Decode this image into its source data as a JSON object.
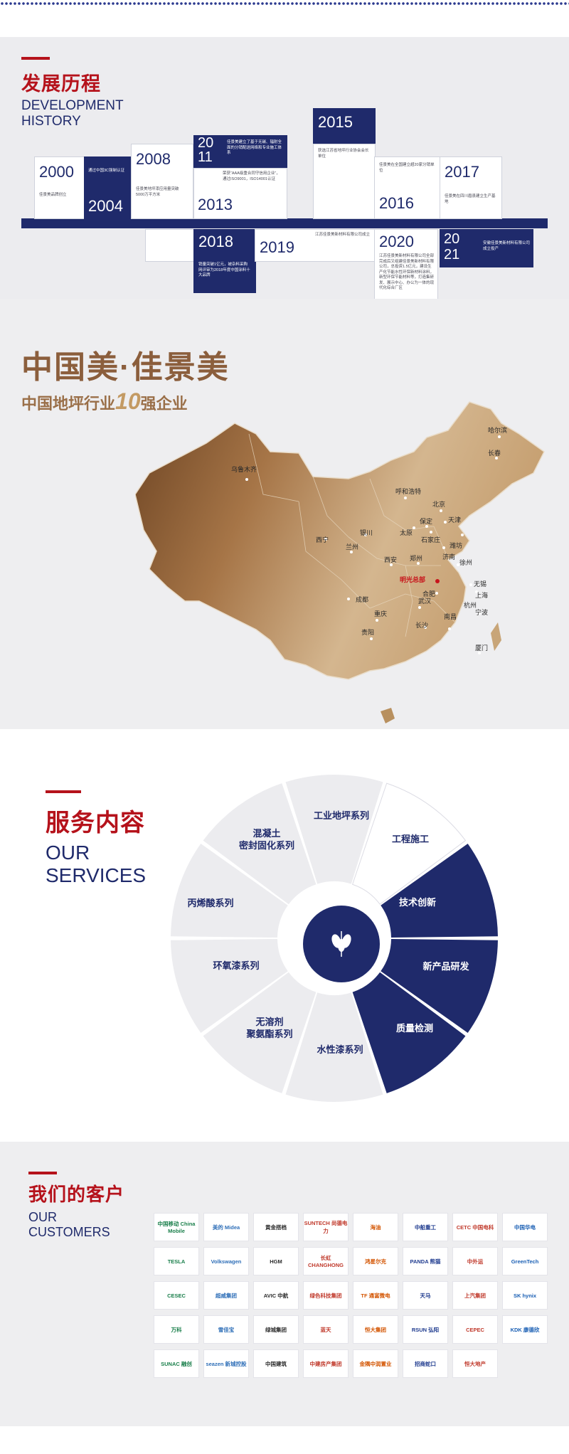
{
  "history": {
    "title_cn": "发展历程",
    "title_en_1": "DEVELOPMENT",
    "title_en_2": "HISTORY",
    "milestones": [
      {
        "year": "2000",
        "desc": "佳景美品牌创立"
      },
      {
        "year": "2004",
        "desc": "通过中国3C强制认证"
      },
      {
        "year": "2008",
        "desc": "佳景美地坪漆应用量突破5000万平方米"
      },
      {
        "year": "2011",
        "desc": "佳景美建立了基于无碳、辐射全面的分销配送网络和专业施工体系"
      },
      {
        "year": "2013",
        "desc": "荣获“AAA级重合同守信用企业”，通过ISO9001，ISO14001认证"
      },
      {
        "year": "2015",
        "desc": "获选江苏省地坪行业协会会长单位"
      },
      {
        "year": "2016",
        "desc": "佳景美在全国建立超20家分销单位"
      },
      {
        "year": "2017",
        "desc": "佳景美在四川眉县建立生产基地"
      },
      {
        "year": "2018",
        "desc": "销量突破1亿元，被杂料采购网评审为2018年度中国涂料十大品牌"
      },
      {
        "year": "2019",
        "desc": "江苏佳景美新材料有限公司成立"
      },
      {
        "year": "2020",
        "desc": "江苏佳景美新材料有限公司全部完成后又组建佳景美新材料有限公司，总投资1.5亿元，建设生产化节能水性环保新材料涂料，新型环保节能材料等，打造集研发、展示中心、办公为一体的现代化综合厂区"
      },
      {
        "year": "2021",
        "desc": "安徽佳景美新材料有限公司成立投产"
      }
    ]
  },
  "map": {
    "headline": "中国美·佳景美",
    "subhead_pre": "中国地坪行业",
    "subhead_num": "10",
    "subhead_post": "强企业",
    "hq_label": "明光总部",
    "cities": [
      "哈尔滨",
      "长春",
      "乌鲁木齐",
      "呼和浩特",
      "北京",
      "天津",
      "保定",
      "太原",
      "石家庄",
      "潍坊",
      "银川",
      "西宁",
      "兰州",
      "济南",
      "西安",
      "郑州",
      "徐州",
      "合肥",
      "无锡",
      "上海",
      "成都",
      "武汉",
      "杭州",
      "宁波",
      "重庆",
      "长沙",
      "南昌",
      "贵阳",
      "厦门"
    ]
  },
  "services": {
    "title_cn": "服务内容",
    "title_en_1": "OUR",
    "title_en_2": "SERVICES",
    "segments_gray": [
      "工业地坪系列",
      "工程施工",
      "混凝土\n密封固化系列",
      "丙烯酸系列",
      "环氧漆系列",
      "无溶剂\n聚氨酯系列",
      "水性漆系列"
    ],
    "segments_navy": [
      "技术创新",
      "新产品研发",
      "质量检测"
    ]
  },
  "customers": {
    "title_cn": "我们的客户",
    "title_en_1": "OUR",
    "title_en_2": "CUSTOMERS",
    "logos": [
      "中国移动 China Mobile",
      "美的 Midea",
      "黄金搭档",
      "SUNTECH 尚德电力",
      "海油",
      "中船重工",
      "CETC 中国电科",
      "中国华电",
      "TESLA",
      "Volkswagen",
      "HGM",
      "长虹 CHANGHONG",
      "鸿星尔克",
      "PANDA 熊猫",
      "中外运",
      "GreenTech",
      "CESEC",
      "超威集团",
      "AVIC 中航",
      "绿色科技集团",
      "TF 通富微电",
      "天马",
      "上汽集团",
      "SK hynix",
      "万科",
      "雪佳宝",
      "绿城集团",
      "蓝天",
      "恒大集团",
      "RSUN 弘阳",
      "CEPEC",
      "KDK 康德欣",
      "SUNAC 融创",
      "seazen 新城控股",
      "中国建筑",
      "中建房产集团",
      "金隅中润置业",
      "招商蛇口",
      "恒大地产"
    ]
  }
}
